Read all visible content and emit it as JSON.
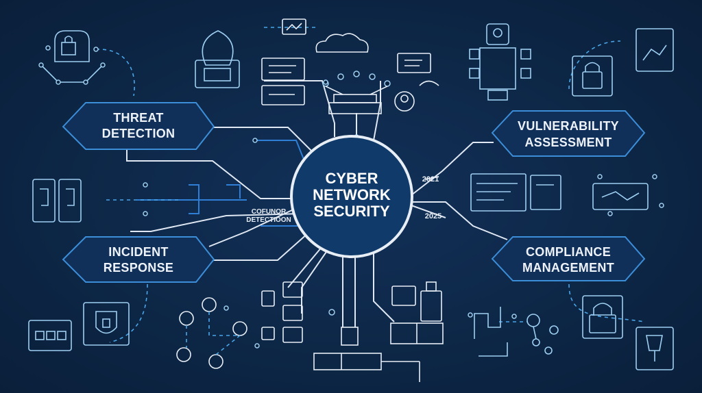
{
  "center": {
    "line1": "CYBER",
    "line2": "NETWORK",
    "line3": "SECURITY"
  },
  "nodes": {
    "threat_detection": {
      "line1": "THREAT",
      "line2": "DETECTION"
    },
    "incident_response": {
      "line1": "INCIDENT",
      "line2": "RESPONSE"
    },
    "vulnerability_assessment": {
      "line1": "VULNERABILITY",
      "line2": "ASSESSMENT"
    },
    "compliance_management": {
      "line1": "COMPLIANCE",
      "line2": "MANAGEMENT"
    }
  },
  "minor_label": {
    "line1": "COFUNOR",
    "line2": "DETECTIOON"
  },
  "years": {
    "upper": "2021",
    "lower": "2025"
  },
  "colors": {
    "background": "#0c2340",
    "accent": "#3d8ed8",
    "icon": "#9fcff2",
    "line": "#dfe8f3"
  }
}
